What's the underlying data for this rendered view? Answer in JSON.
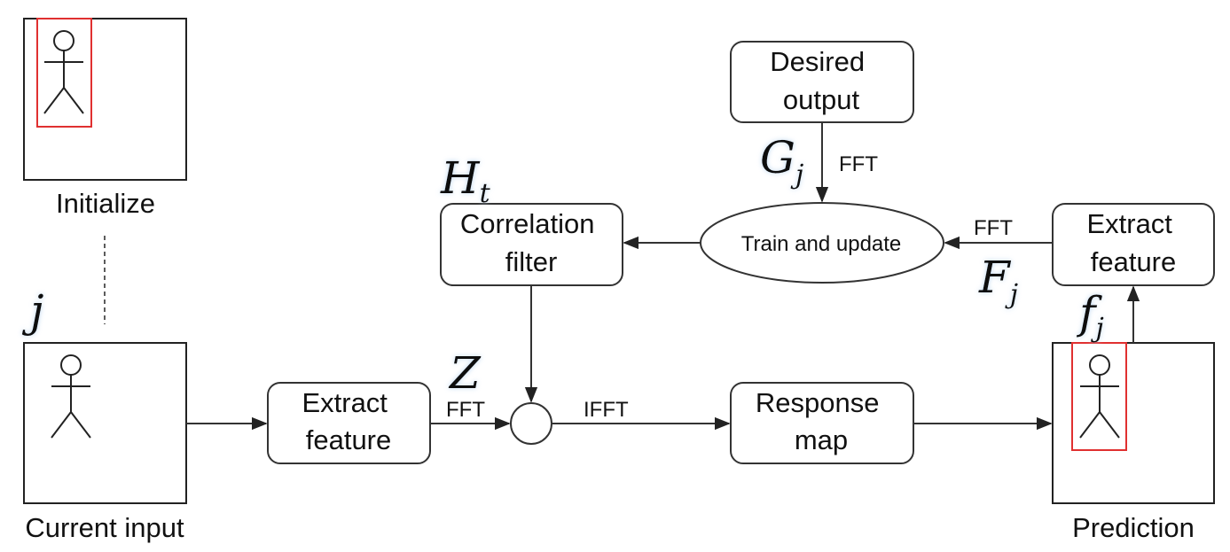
{
  "nodes": {
    "initialize_caption": "Initialize",
    "current_input_caption": "Current input",
    "prediction_caption": "Prediction",
    "extract_feature_left": [
      "Extract",
      "feature"
    ],
    "extract_feature_right": [
      "Extract",
      "feature"
    ],
    "correlation_filter": [
      "Correlation",
      "filter"
    ],
    "desired_output": [
      "Desired",
      "output"
    ],
    "response_map": [
      "Response",
      "map"
    ],
    "train_and_update": "Train and update"
  },
  "edge_labels": {
    "fft_desired": "FFT",
    "fft_right": "FFT",
    "fft_left": "FFT",
    "ifft": "IFFT"
  },
  "symbols": {
    "j": {
      "main": "j",
      "sub": ""
    },
    "H_t": {
      "main": "H",
      "sub": "t"
    },
    "G_j": {
      "main": "G",
      "sub": "j"
    },
    "F_j": {
      "main": "F",
      "sub": "j"
    },
    "f_j": {
      "main": "f",
      "sub": "j"
    },
    "Z": {
      "main": "Z",
      "sub": ""
    }
  },
  "colors": {
    "stroke": "#333333",
    "bounding_box": "#e03030",
    "math_glow": "#cfe3f5"
  }
}
